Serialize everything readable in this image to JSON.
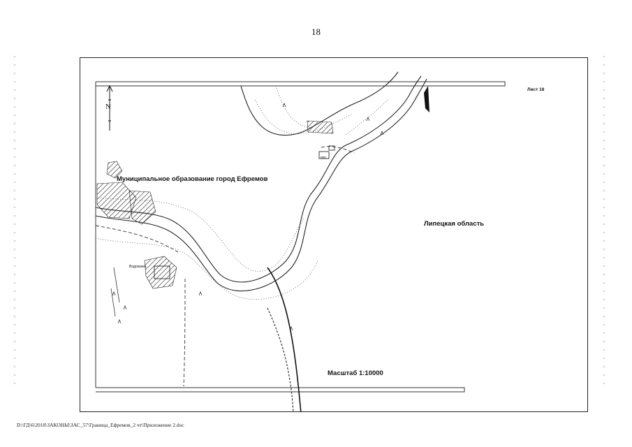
{
  "page": {
    "number": "18"
  },
  "map": {
    "sheet_label": "Лист 18",
    "municipality_label": "Муниципальное образование город Ефремов",
    "region_label": "Липецкая область",
    "scale_label": "Масштаб 1:10000",
    "north_letter": "N",
    "object_label": "Водокачка",
    "small_label": "пос."
  },
  "footer": {
    "file_path": "D:\\ГД\\6\\2018\\ЗАКОНЫ\\ЗАС_57\\Граница_Ефремов_2 чт\\Приложение 2.doc"
  },
  "colors": {
    "ink": "#111111",
    "paper": "#ffffff",
    "frame": "#222222"
  }
}
